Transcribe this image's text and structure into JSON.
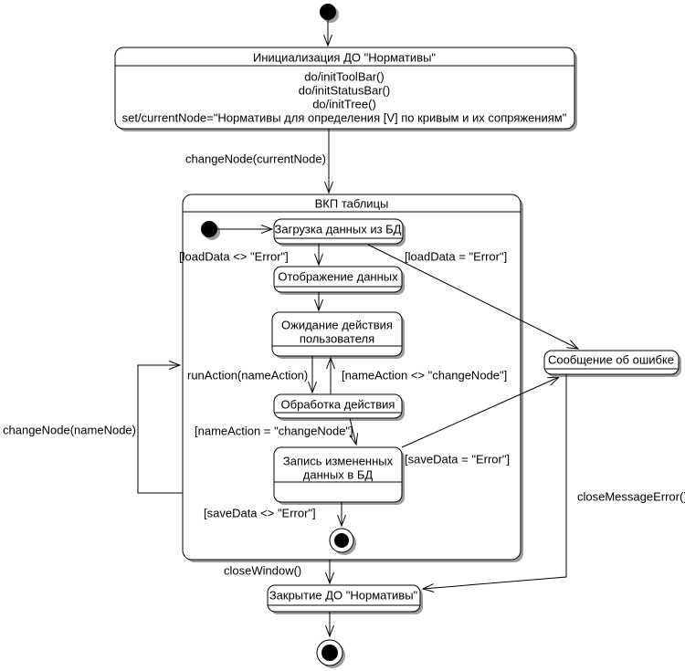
{
  "diagram": {
    "type": "uml-state-diagram",
    "colors": {
      "background": "#ffffff",
      "stroke": "#000000",
      "state_fill": "#ffffff",
      "shadow": "#9c9c9c",
      "text": "#000000"
    },
    "states": {
      "initialization": {
        "title": "Инициализация ДО \"Нормативы\"",
        "actions": [
          "do/initToolBar()",
          "do/initStatusBar()",
          "do/initTree()",
          "set/currentNode=\"Нормативы для определения [V] по кривым и их сопряжениям\""
        ]
      },
      "vkp_table": {
        "title": "ВКП таблицы"
      },
      "load_data": {
        "title": "Загрузка данных из БД"
      },
      "display_data": {
        "title": "Отображение данных"
      },
      "wait_user": {
        "line1": "Ожидание действия",
        "line2": "пользователя"
      },
      "process_action": {
        "title": "Обработка действия"
      },
      "save_data": {
        "line1": "Запись измененных",
        "line2": "данных в БД"
      },
      "error_message": {
        "title": "Сообщение об ошибке"
      },
      "close_do": {
        "title": "Закрытие ДО \"Нормативы\""
      }
    },
    "transitions": {
      "change_node_current": "changeNode(currentNode)",
      "load_ok": "[loadData <> \"Error\"]",
      "load_error": "[loadData = \"Error\"]",
      "run_action": "runAction(nameAction)",
      "name_action_neq": "[nameAction <> \"changeNode\"]",
      "name_action_eq": "[nameAction = \"changeNode\"]",
      "save_error": "[saveData = \"Error\"]",
      "save_ok": "[saveData <> \"Error\"]",
      "change_node_name": "changeNode(nameNode)",
      "close_window": "closeWindow()",
      "close_message_error": "closeMessageError()"
    }
  }
}
